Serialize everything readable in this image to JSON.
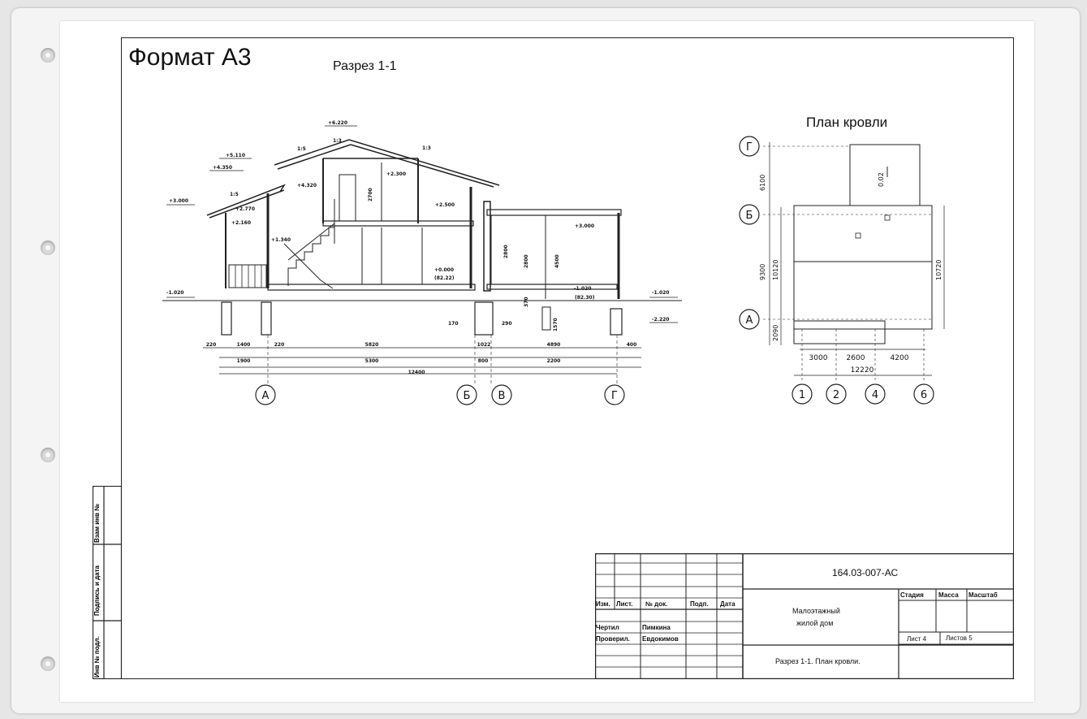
{
  "sheet": {
    "format_title": "Формат А3",
    "section_title": "Разрез 1-1",
    "roof_plan_title": "План кровли"
  },
  "section": {
    "elevations": [
      "+6.220",
      "+5.110",
      "+4.350",
      "+4.320",
      "+2.300",
      "+3.000",
      "+2.500",
      "+2.770",
      "+2.160",
      "+1.340",
      "+3.000",
      "-1.020",
      "-1.020",
      "-1.020",
      "-2.220",
      "+0.000"
    ],
    "abs_marks": [
      "(82.22)",
      "(82.30)"
    ],
    "slopes": [
      "1:5",
      "1:3",
      "1:3",
      "1:5"
    ],
    "heights": [
      "2700",
      "2800",
      "2800",
      "4500",
      "370",
      "170",
      "290",
      "1570"
    ],
    "dims_row1": [
      "220",
      "1400",
      "220",
      "5820",
      "1022",
      "4890",
      "400"
    ],
    "dims_row2": [
      "1900",
      "5300",
      "800",
      "2200"
    ],
    "dims_total": "12400",
    "axes": [
      "А",
      "Б",
      "В",
      "Г"
    ]
  },
  "roof_plan": {
    "axes_rows": [
      "Г",
      "Б",
      "А"
    ],
    "axes_cols": [
      "1",
      "2",
      "4",
      "6"
    ],
    "dims_left": [
      "6100",
      "9300",
      "10120",
      "2090"
    ],
    "dim_right": "10720",
    "dims_bottom": [
      "3000",
      "2600",
      "4200"
    ],
    "dim_total": "12220",
    "slope_mark": "0.02"
  },
  "title_block": {
    "code": "164.03-007-АС",
    "col_headers": [
      "Изм.",
      "Лист.",
      "№ док.",
      "Подп.",
      "Дата"
    ],
    "rows": [
      {
        "role": "Чертил",
        "name": "Пимкина"
      },
      {
        "role": "Проверил.",
        "name": "Евдокимов"
      }
    ],
    "project_line1": "Малоэтажный",
    "project_line2": "жилой дом",
    "sheet_name": "Разрез 1-1. План кровли.",
    "stage_label": "Стадия",
    "mass_label": "Масса",
    "scale_label": "Масштаб",
    "sheet_no": "Лист 4",
    "sheets_total": "Листов 5"
  },
  "side_stamp": {
    "inv_orig": "Инв № подл.",
    "sign_date": "Подпись и дата",
    "replace_inv": "Взам инв №"
  }
}
